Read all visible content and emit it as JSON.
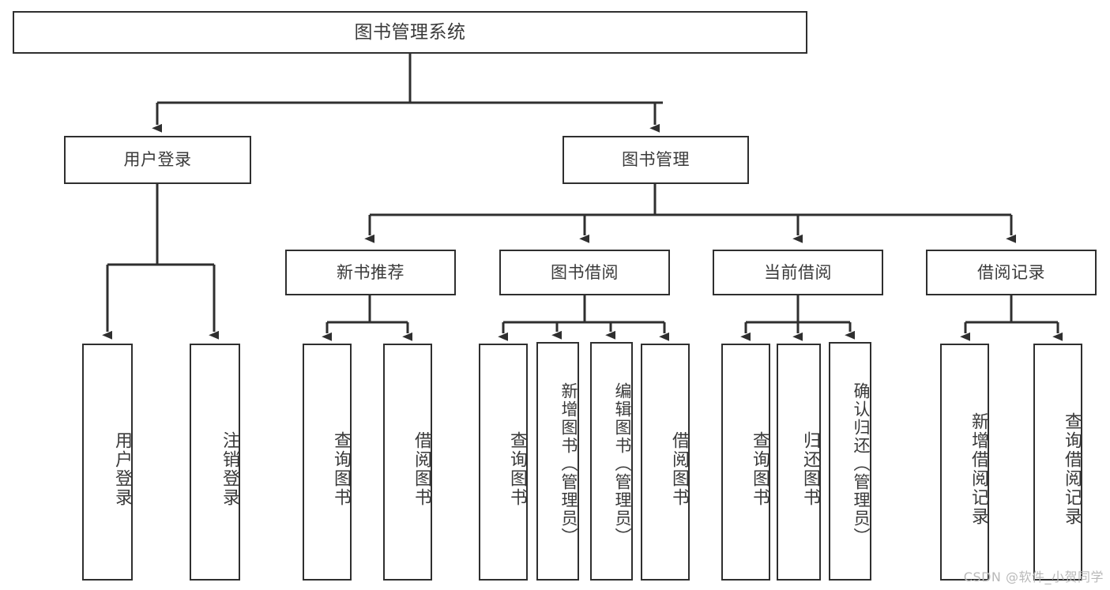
{
  "diagram": {
    "type": "tree-hierarchy",
    "title": "图书管理系统",
    "root": {
      "id": "root",
      "label": "图书管理系统"
    },
    "level1": [
      {
        "id": "user-login",
        "label": "用户登录"
      },
      {
        "id": "book-manage",
        "label": "图书管理"
      }
    ],
    "level2": [
      {
        "id": "new-book-rec",
        "label": "新书推荐",
        "parent": "book-manage"
      },
      {
        "id": "book-borrow",
        "label": "图书借阅",
        "parent": "book-manage"
      },
      {
        "id": "current-borrow",
        "label": "当前借阅",
        "parent": "book-manage"
      },
      {
        "id": "borrow-record",
        "label": "借阅记录",
        "parent": "book-manage"
      }
    ],
    "leaves": {
      "user-login": [
        {
          "id": "leaf-user-login",
          "label": "用户登录"
        },
        {
          "id": "leaf-logout",
          "label": "注销登录"
        }
      ],
      "new-book-rec": [
        {
          "id": "leaf-query-book-1",
          "label": "查询图书"
        },
        {
          "id": "leaf-borrow-book-1",
          "label": "借阅图书"
        }
      ],
      "book-borrow": [
        {
          "id": "leaf-query-book-2",
          "label": "查询图书"
        },
        {
          "id": "leaf-add-book",
          "label": "新增图书（管理员）"
        },
        {
          "id": "leaf-edit-book",
          "label": "编辑图书（管理员）"
        },
        {
          "id": "leaf-borrow-book-2",
          "label": "借阅图书"
        }
      ],
      "current-borrow": [
        {
          "id": "leaf-query-book-3",
          "label": "查询图书"
        },
        {
          "id": "leaf-return-book",
          "label": "归还图书"
        },
        {
          "id": "leaf-confirm-return",
          "label": "确认归还（管理员）"
        }
      ],
      "borrow-record": [
        {
          "id": "leaf-add-record",
          "label": "新增借阅记录"
        },
        {
          "id": "leaf-query-record",
          "label": "查询借阅记录"
        }
      ]
    }
  },
  "watermark": {
    "text": "CSDN @软件_小贺同学"
  },
  "colors": {
    "stroke": "#2f2f2f",
    "text": "#3a3a3a",
    "background": "#ffffff",
    "watermark": "#b9b9b9"
  }
}
